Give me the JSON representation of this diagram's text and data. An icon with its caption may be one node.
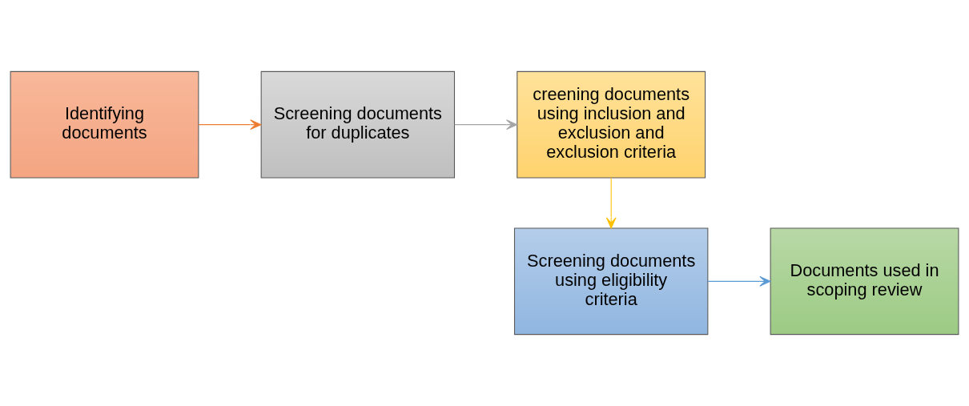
{
  "diagram": {
    "nodes": [
      {
        "text": [
          "Identifying documents"
        ]
      },
      {
        "text": [
          "Screening documents for duplicates"
        ]
      },
      {
        "text": [
          "creening documents using inclusion and exclusion and exclusion criteria"
        ]
      },
      {
        "text": [
          "Screening documents using eligibility criteria"
        ]
      },
      {
        "text": [
          "Documents used in scoping review"
        ]
      }
    ],
    "edges": [
      {
        "from": 0,
        "to": 1,
        "arrow": "to",
        "color": "#ed7d31"
      },
      {
        "from": 1,
        "to": 2,
        "arrow": "to",
        "color": "#a5a5a5"
      },
      {
        "from": 2,
        "to": 3,
        "arrow": "to",
        "color": "#ffc000"
      },
      {
        "from": 3,
        "to": 4,
        "arrow": "to",
        "color": "#5b9bd5"
      }
    ]
  }
}
